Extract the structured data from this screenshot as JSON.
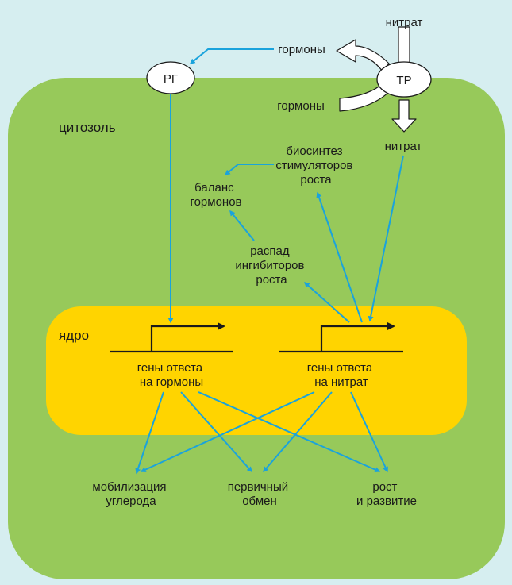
{
  "colors": {
    "background": "#d6eef0",
    "cytosol": "#97c95a",
    "nucleus": "#ffd400",
    "arrow": "#1aa3dc",
    "node_fill": "#ffffff",
    "outline": "#1a1a1a"
  },
  "cell": {
    "cytosol_label": "цитозоль",
    "nucleus_label": "ядро"
  },
  "nodes": {
    "hormone_receptor": "РГ",
    "transporter": "ТР"
  },
  "labels": {
    "hormones_in": "гормоны",
    "hormones_out": "гормоны",
    "nitrate_outside": "нитрат",
    "nitrate_inside": "нитрат",
    "biosynthesis": [
      "биосинтез",
      "стимуляторов",
      "роста"
    ],
    "hormone_balance": [
      "баланс",
      "гормонов"
    ],
    "inhibitor_decay": [
      "распад",
      "ингибиторов",
      "роста"
    ]
  },
  "genes": {
    "hormone_genes": [
      "гены ответа",
      "на гормоны"
    ],
    "nitrate_genes": [
      "гены ответа",
      "на нитрат"
    ]
  },
  "outputs": {
    "carbon": [
      "мобилизация",
      "углерода"
    ],
    "metabolism": [
      "первичный",
      "обмен"
    ],
    "growth": [
      "рост",
      "и развитие"
    ]
  }
}
